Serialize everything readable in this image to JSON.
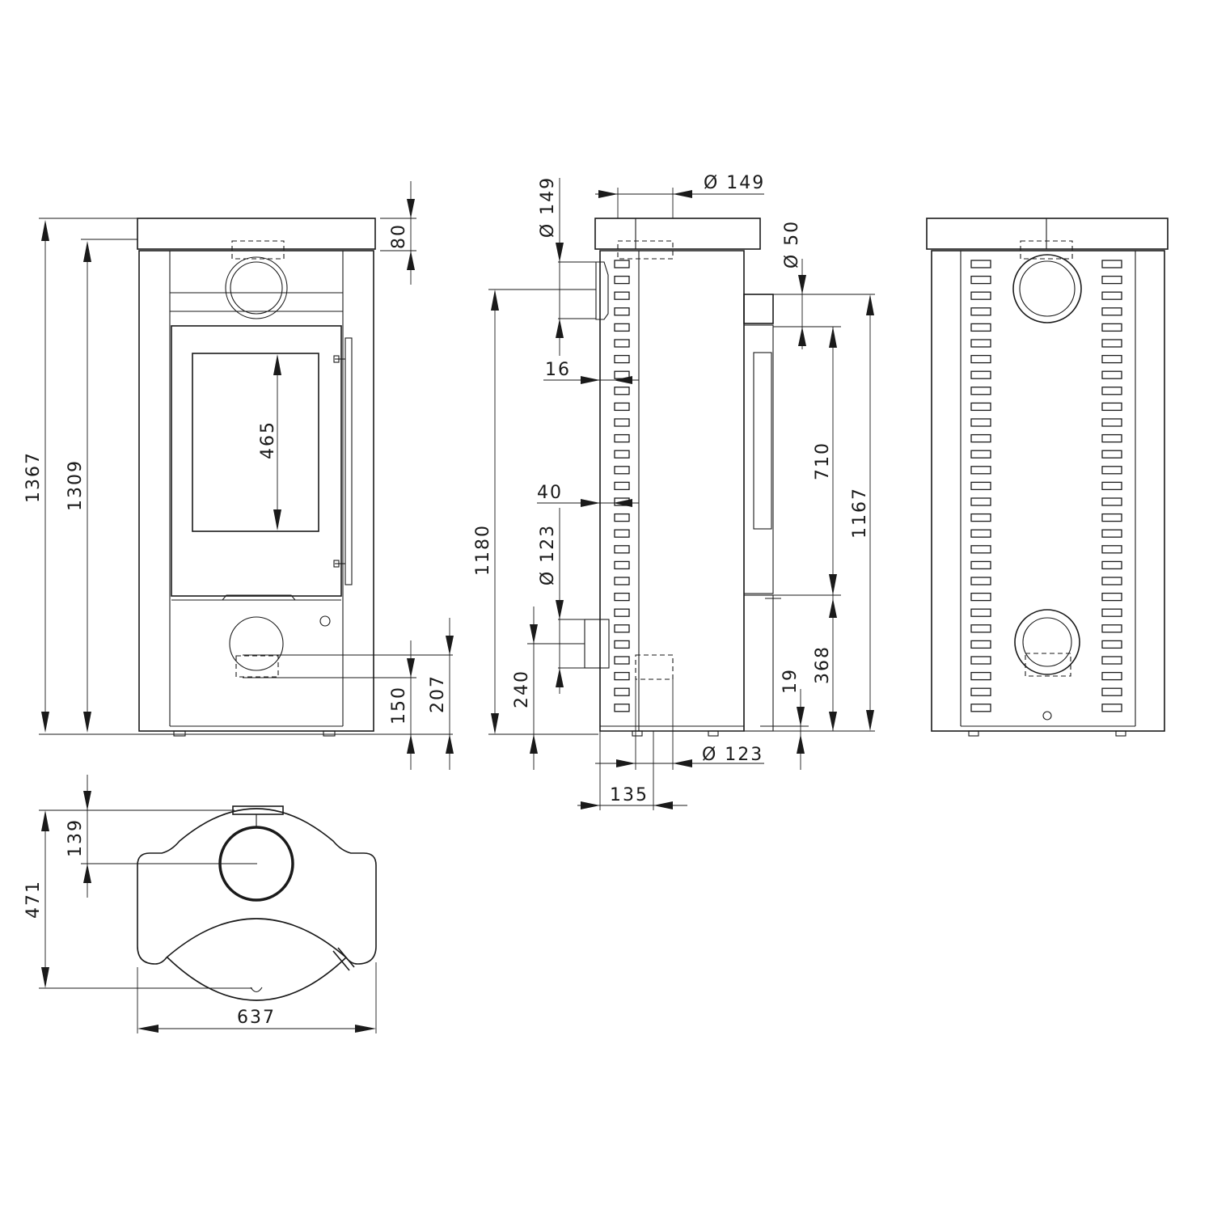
{
  "dimensions": {
    "front": {
      "total_height": "1367",
      "body_height": "1309",
      "top_plate": "80",
      "window_height": "465",
      "air_inlet_height": "150",
      "air_inlet_top": "207"
    },
    "side": {
      "flue_top_diameter": "Ø 149",
      "flue_back_diameter": "Ø 149",
      "small_pipe_diameter": "Ø 50",
      "offset_16": "16",
      "offset_40": "40",
      "air_inlet_diameter": "Ø 123",
      "flue_back_height": "1180",
      "air_inlet_height": "240",
      "bottom_inlet_diameter": "Ø 123",
      "bottom_inlet_offset": "135",
      "door_height": "710",
      "side_total_height": "1167",
      "ash_height": "368",
      "foot_height": "19"
    },
    "plan": {
      "depth": "471",
      "flue_offset": "139",
      "width": "637"
    }
  }
}
